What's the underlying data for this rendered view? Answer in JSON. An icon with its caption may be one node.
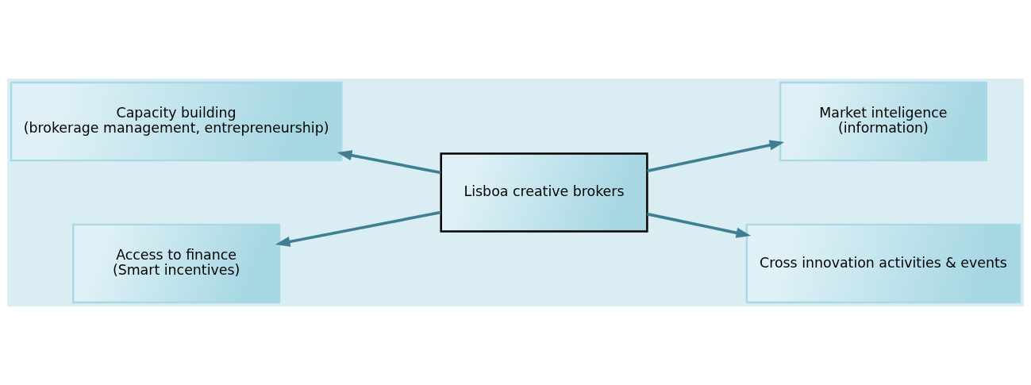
{
  "diagram": {
    "nodes": [
      {
        "text": [
          "Lisboa creative brokers"
        ]
      },
      {
        "text": [
          "Capacity building",
          "(brokerage management, entrepreneurship)"
        ]
      },
      {
        "text": [
          "Market inteligence",
          "(information)"
        ]
      },
      {
        "text": [
          "Access to finance",
          "(Smart incentives)"
        ]
      },
      {
        "text": [
          "Cross innovation activities & events"
        ]
      }
    ],
    "edges": [
      {
        "from": 0,
        "to": 1,
        "arrow": "to"
      },
      {
        "from": 0,
        "to": 2,
        "arrow": "to"
      },
      {
        "from": 0,
        "to": 3,
        "arrow": "to"
      },
      {
        "from": 0,
        "to": 4,
        "arrow": "to"
      }
    ]
  }
}
